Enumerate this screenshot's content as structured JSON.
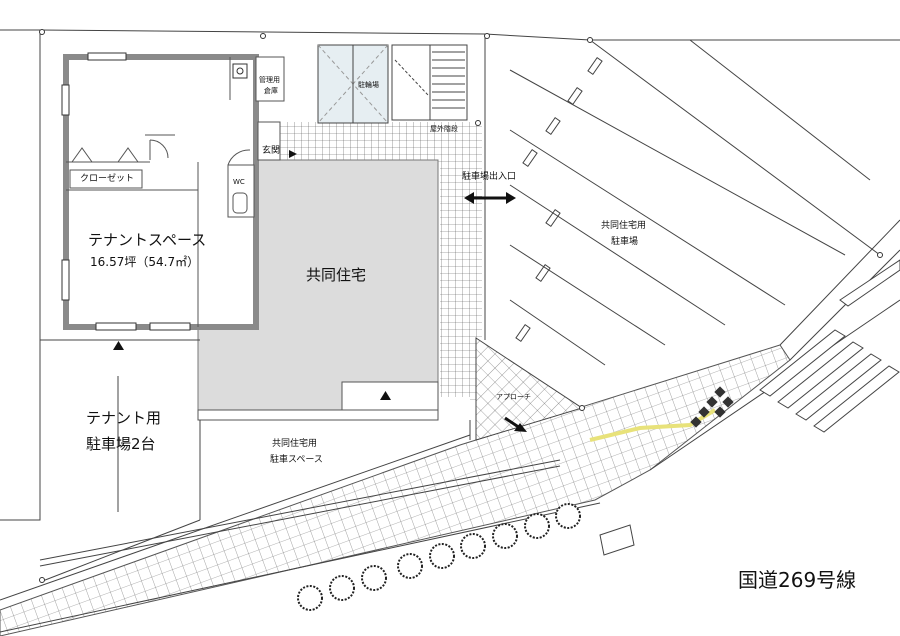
{
  "labels": {
    "tenant_space": "テナントスペース",
    "tenant_area": "16.57坪（54.7㎡）",
    "closet": "クローゼット",
    "storage_line1": "管理用",
    "storage_line2": "倉庫",
    "bicycle_parking": "駐輪場",
    "outdoor_stairs": "屋外階段",
    "entrance": "玄関",
    "wc": "WC",
    "apartment": "共同住宅",
    "parking_entrance": "駐車場出入口",
    "apartment_parking_line1": "共同住宅用",
    "apartment_parking_line2": "駐車場",
    "approach": "アプローチ",
    "tenant_parking_line1": "テナント用",
    "tenant_parking_line2": "駐車場2台",
    "apartment_space_line1": "共同住宅用",
    "apartment_space_line2": "駐車スペース",
    "route": "国道269号線"
  },
  "colors": {
    "building_fill": "#dcdcdc",
    "wall": "#8a8a8a",
    "line": "#333333",
    "tile_stroke": "#555555",
    "tree": "#2a2a2a",
    "guide_block": "#e8e27a"
  },
  "icons": [
    "entrance-arrow-icon",
    "bidirectional-arrow-icon",
    "approach-arrow-icon",
    "toilet-icon",
    "sink-icon",
    "door-swing-icon",
    "tree-icon",
    "tactile-paving-icon"
  ]
}
